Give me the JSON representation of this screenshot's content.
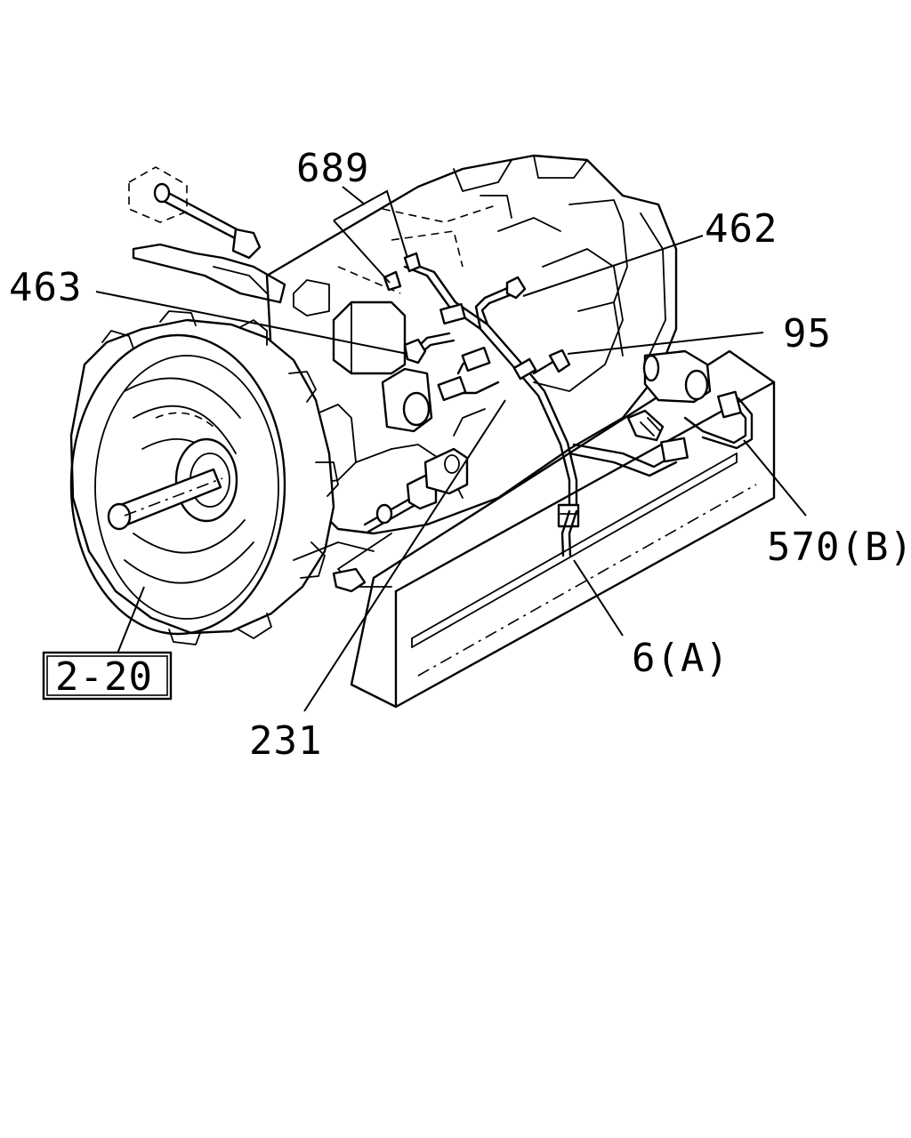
{
  "callouts": {
    "c689": "689",
    "c462": "462",
    "c463": "463",
    "c95": "95",
    "c570b": "570(B)",
    "c6a": "6(A)",
    "c231": "231"
  },
  "reference_box": "2-20"
}
